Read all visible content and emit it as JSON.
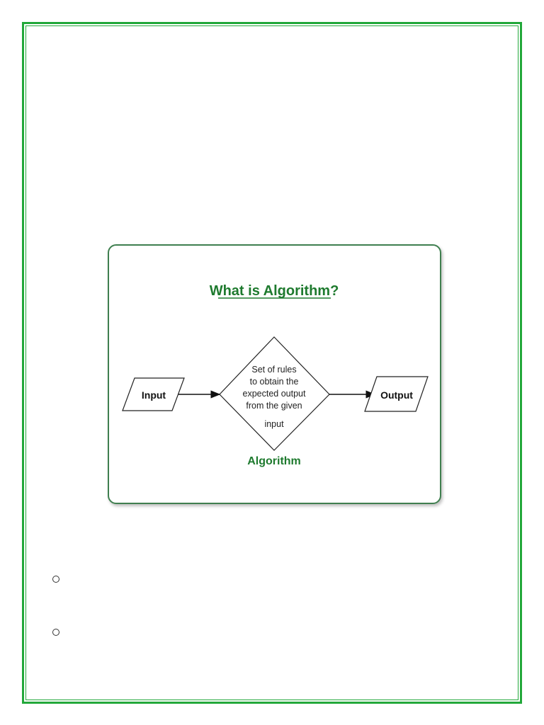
{
  "diagram": {
    "title": "What is Algorithm?",
    "input_label": "Input",
    "process_lines": [
      "Set of rules",
      "to obtain the",
      "expected output",
      "from the given",
      "input"
    ],
    "process_caption": "Algorithm",
    "output_label": "Output",
    "colors": {
      "title": "#1e7a2e",
      "caption": "#1e7a2e",
      "frame": "#22a83a",
      "card_border": "#3f7f4f"
    }
  },
  "list": {
    "bullets": [
      "",
      ""
    ]
  }
}
